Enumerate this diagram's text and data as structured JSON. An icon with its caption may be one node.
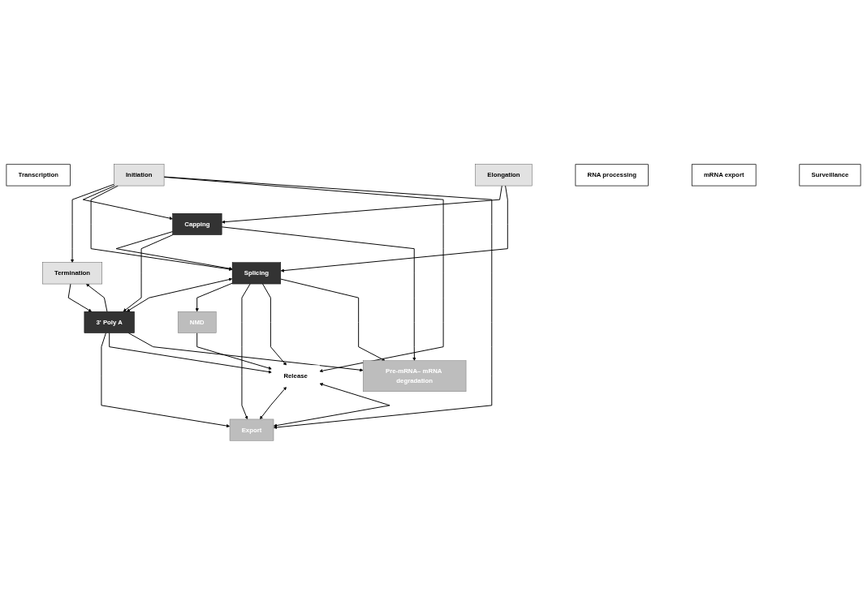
{
  "diagram": {
    "nodes": [
      {
        "text": [
          "Transcription"
        ]
      },
      {
        "text": [
          "Initiation"
        ]
      },
      {
        "text": [
          "Elongation"
        ]
      },
      {
        "text": [
          "Termination"
        ]
      },
      {
        "text": [
          "Release"
        ]
      },
      {
        "text": [
          "RNA processing"
        ]
      },
      {
        "text": [
          "Capping"
        ]
      },
      {
        "text": [
          "Splicing"
        ]
      },
      {
        "text": [
          "3' Poly A"
        ]
      },
      {
        "text": [
          "mRNA export"
        ]
      },
      {
        "text": [
          "Export"
        ]
      },
      {
        "text": [
          "Surveillance"
        ]
      },
      {
        "text": [
          "NMD"
        ]
      },
      {
        "text": [
          "Pre-mRNA– mRNA degradation"
        ]
      }
    ],
    "edges": [
      {
        "from": 1,
        "to": 3,
        "arrow": "to"
      },
      {
        "from": 1,
        "to": 6,
        "arrow": "to"
      },
      {
        "from": 2,
        "to": 6,
        "arrow": "to"
      },
      {
        "from": 1,
        "to": 7,
        "arrow": "to"
      },
      {
        "from": 2,
        "to": 7,
        "arrow": "to"
      },
      {
        "from": 1,
        "to": 4,
        "arrow": "to"
      },
      {
        "from": 1,
        "to": 10,
        "arrow": "to"
      },
      {
        "from": 6,
        "to": 7,
        "arrow": "to"
      },
      {
        "from": 6,
        "to": 8,
        "arrow": "to"
      },
      {
        "from": 6,
        "to": 13,
        "arrow": "to"
      },
      {
        "from": 7,
        "to": 8,
        "arrow": "both"
      },
      {
        "from": 7,
        "to": 12,
        "arrow": "to"
      },
      {
        "from": 7,
        "to": 10,
        "arrow": "to"
      },
      {
        "from": 7,
        "to": 4,
        "arrow": "to"
      },
      {
        "from": 7,
        "to": 13,
        "arrow": "to"
      },
      {
        "from": 3,
        "to": 8,
        "arrow": "to"
      },
      {
        "from": 8,
        "to": 3,
        "arrow": "to"
      },
      {
        "from": 8,
        "to": 10,
        "arrow": "to"
      },
      {
        "from": 8,
        "to": 4,
        "arrow": "to"
      },
      {
        "from": 8,
        "to": 13,
        "arrow": "to"
      },
      {
        "from": 12,
        "to": 4,
        "arrow": "to"
      },
      {
        "from": 4,
        "to": 10,
        "arrow": "both"
      },
      {
        "from": 4,
        "to": 10,
        "arrow": "both"
      }
    ]
  }
}
